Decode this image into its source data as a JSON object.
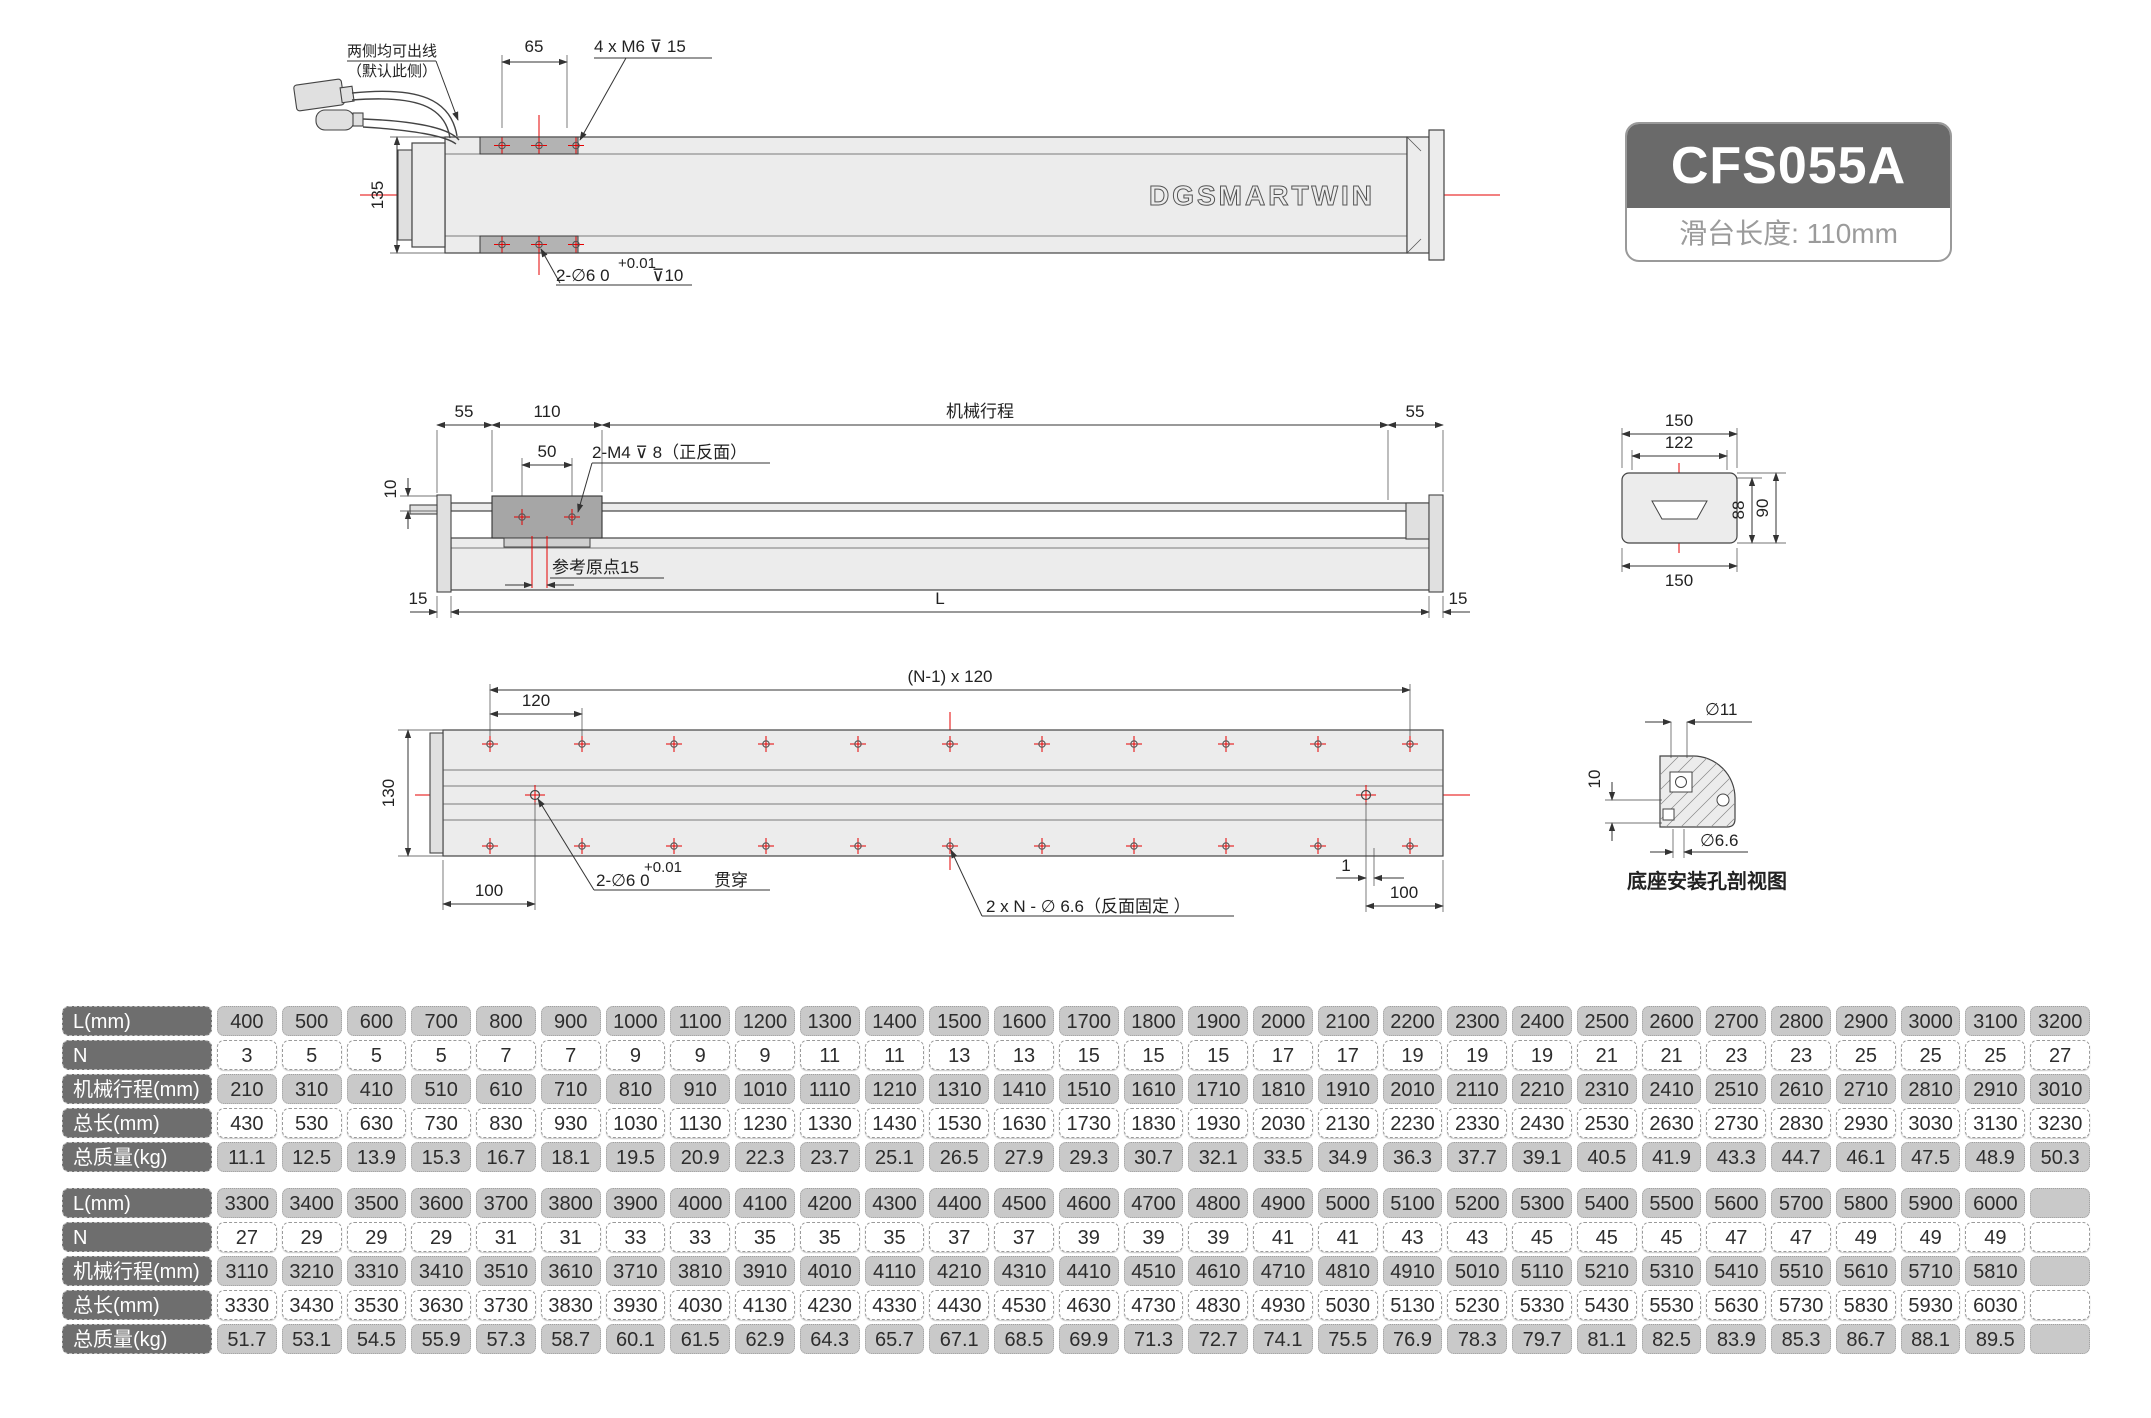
{
  "product": {
    "model": "CFS055A",
    "slider_length": "滑台长度: 110mm",
    "logo": "DGSMARTWIN"
  },
  "top_view": {
    "note_line1": "两侧均可出线",
    "note_line2": "（默认此侧）",
    "dim_65": "65",
    "thread_callout": "4 x M6 ⊽ 15",
    "dim_135": "135",
    "pin_tol": "+0.01",
    "pin_main": "2-∅6  0",
    "pin_depth": "⊽10"
  },
  "side_view": {
    "dim_55_left": "55",
    "dim_110": "110",
    "dim_50": "50",
    "thread_callout": "2-M4 ⊽ 8（正反面）",
    "stroke_label": "机械行程",
    "dim_55_right": "55",
    "dim_10": "10",
    "origin_note": "参考原点15",
    "dim_15_left": "15",
    "length_label": "L",
    "dim_15_right": "15"
  },
  "end_view": {
    "dim_150_top": "150",
    "dim_122": "122",
    "dim_88": "88",
    "dim_90": "90",
    "dim_150_bottom": "150"
  },
  "bottom_view": {
    "pattern_dim": "(N-1) x 120",
    "dim_120": "120",
    "dim_130": "130",
    "dim_100_left": "100",
    "through_tol": "+0.01",
    "through_main": "2-∅6  0",
    "through_suffix": "贯穿",
    "mount_callout": "2 x N - ∅ 6.6（反面固定 ）",
    "dim_1": "1",
    "dim_100_right": "100"
  },
  "detail_view": {
    "dim_d11": "∅11",
    "dim_10": "10",
    "dim_d66": "∅6.6",
    "caption": "底座安装孔剖视图"
  },
  "colors": {
    "accent_red": "#e60000",
    "line": "#3a3a3a",
    "body_fill": "#ececec",
    "plate_fill": "#b3b3b3",
    "title_bg": "#6a6a6a",
    "table_header_bg": "#6e6e6e",
    "table_gray_bg": "#c9c9c9"
  },
  "tables": [
    {
      "rows": [
        {
          "label": "L(mm)",
          "values": [
            "400",
            "500",
            "600",
            "700",
            "800",
            "900",
            "1000",
            "1100",
            "1200",
            "1300",
            "1400",
            "1500",
            "1600",
            "1700",
            "1800",
            "1900",
            "2000",
            "2100",
            "2200",
            "2300",
            "2400",
            "2500",
            "2600",
            "2700",
            "2800",
            "2900",
            "3000",
            "3100",
            "3200"
          ]
        },
        {
          "label": "N",
          "values": [
            "3",
            "5",
            "5",
            "5",
            "7",
            "7",
            "9",
            "9",
            "9",
            "11",
            "11",
            "13",
            "13",
            "15",
            "15",
            "15",
            "17",
            "17",
            "19",
            "19",
            "19",
            "21",
            "21",
            "23",
            "23",
            "25",
            "25",
            "25",
            "27"
          ]
        },
        {
          "label": "机械行程(mm)",
          "values": [
            "210",
            "310",
            "410",
            "510",
            "610",
            "710",
            "810",
            "910",
            "1010",
            "1110",
            "1210",
            "1310",
            "1410",
            "1510",
            "1610",
            "1710",
            "1810",
            "1910",
            "2010",
            "2110",
            "2210",
            "2310",
            "2410",
            "2510",
            "2610",
            "2710",
            "2810",
            "2910",
            "3010"
          ]
        },
        {
          "label": "总长(mm)",
          "values": [
            "430",
            "530",
            "630",
            "730",
            "830",
            "930",
            "1030",
            "1130",
            "1230",
            "1330",
            "1430",
            "1530",
            "1630",
            "1730",
            "1830",
            "1930",
            "2030",
            "2130",
            "2230",
            "2330",
            "2430",
            "2530",
            "2630",
            "2730",
            "2830",
            "2930",
            "3030",
            "3130",
            "3230"
          ]
        },
        {
          "label": "总质量(kg)",
          "values": [
            "11.1",
            "12.5",
            "13.9",
            "15.3",
            "16.7",
            "18.1",
            "19.5",
            "20.9",
            "22.3",
            "23.7",
            "25.1",
            "26.5",
            "27.9",
            "29.3",
            "30.7",
            "32.1",
            "33.5",
            "34.9",
            "36.3",
            "37.7",
            "39.1",
            "40.5",
            "41.9",
            "43.3",
            "44.7",
            "46.1",
            "47.5",
            "48.9",
            "50.3"
          ]
        }
      ]
    },
    {
      "rows": [
        {
          "label": "L(mm)",
          "values": [
            "3300",
            "3400",
            "3500",
            "3600",
            "3700",
            "3800",
            "3900",
            "4000",
            "4100",
            "4200",
            "4300",
            "4400",
            "4500",
            "4600",
            "4700",
            "4800",
            "4900",
            "5000",
            "5100",
            "5200",
            "5300",
            "5400",
            "5500",
            "5600",
            "5700",
            "5800",
            "5900",
            "6000",
            ""
          ]
        },
        {
          "label": "N",
          "values": [
            "27",
            "29",
            "29",
            "29",
            "31",
            "31",
            "33",
            "33",
            "35",
            "35",
            "35",
            "37",
            "37",
            "39",
            "39",
            "39",
            "41",
            "41",
            "43",
            "43",
            "45",
            "45",
            "45",
            "47",
            "47",
            "49",
            "49",
            "49",
            ""
          ]
        },
        {
          "label": "机械行程(mm)",
          "values": [
            "3110",
            "3210",
            "3310",
            "3410",
            "3510",
            "3610",
            "3710",
            "3810",
            "3910",
            "4010",
            "4110",
            "4210",
            "4310",
            "4410",
            "4510",
            "4610",
            "4710",
            "4810",
            "4910",
            "5010",
            "5110",
            "5210",
            "5310",
            "5410",
            "5510",
            "5610",
            "5710",
            "5810",
            ""
          ]
        },
        {
          "label": "总长(mm)",
          "values": [
            "3330",
            "3430",
            "3530",
            "3630",
            "3730",
            "3830",
            "3930",
            "4030",
            "4130",
            "4230",
            "4330",
            "4430",
            "4530",
            "4630",
            "4730",
            "4830",
            "4930",
            "5030",
            "5130",
            "5230",
            "5330",
            "5430",
            "5530",
            "5630",
            "5730",
            "5830",
            "5930",
            "6030",
            ""
          ]
        },
        {
          "label": "总质量(kg)",
          "values": [
            "51.7",
            "53.1",
            "54.5",
            "55.9",
            "57.3",
            "58.7",
            "60.1",
            "61.5",
            "62.9",
            "64.3",
            "65.7",
            "67.1",
            "68.5",
            "69.9",
            "71.3",
            "72.7",
            "74.1",
            "75.5",
            "76.9",
            "78.3",
            "79.7",
            "81.1",
            "82.5",
            "83.9",
            "85.3",
            "86.7",
            "88.1",
            "89.5",
            ""
          ]
        }
      ]
    }
  ]
}
